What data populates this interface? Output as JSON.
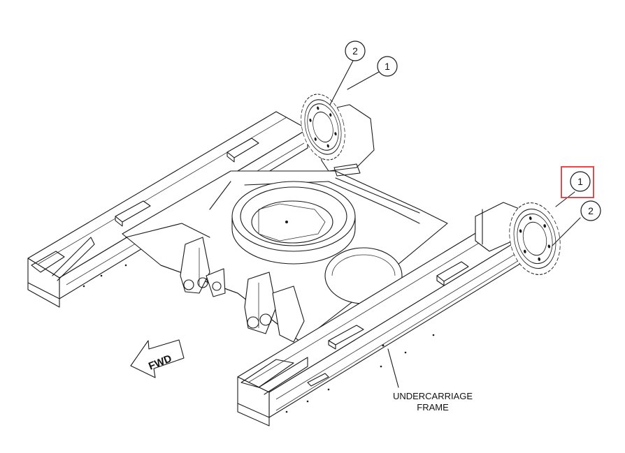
{
  "callouts": {
    "c1_top": "1",
    "c2_top": "2",
    "c1_right": "1",
    "c2_right": "2"
  },
  "labels": {
    "frame_line1": "UNDERCARRIAGE",
    "frame_line2": "FRAME",
    "fwd": "FWD"
  },
  "highlight": {
    "color": "#e8474c",
    "target": "callout 1 (right)"
  },
  "colors": {
    "line": "#1a1a1a",
    "background": "#ffffff"
  }
}
